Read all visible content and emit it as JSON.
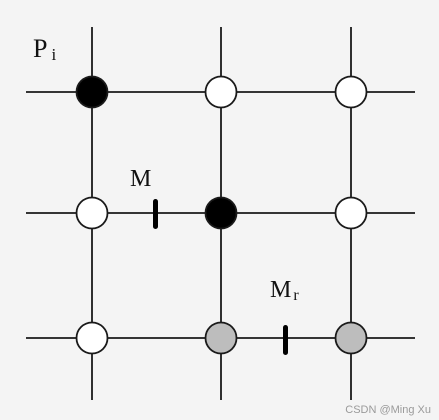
{
  "labels": {
    "pi_main": "P",
    "pi_sub": "i",
    "m": "M",
    "mr_main": "M",
    "mr_sub": "r"
  },
  "watermark": "CSDN @Ming Xu",
  "colors": {
    "background": "#f4f4f4",
    "line": "#1a1a1a",
    "node_filled": "#000000",
    "node_empty": "#ffffff",
    "node_gray": "#bdbdbd"
  },
  "grid": {
    "rows": 3,
    "cols": 3,
    "nodes": [
      [
        "filled",
        "empty",
        "empty"
      ],
      [
        "empty",
        "filled",
        "empty"
      ],
      [
        "empty",
        "gray",
        "gray"
      ]
    ]
  }
}
